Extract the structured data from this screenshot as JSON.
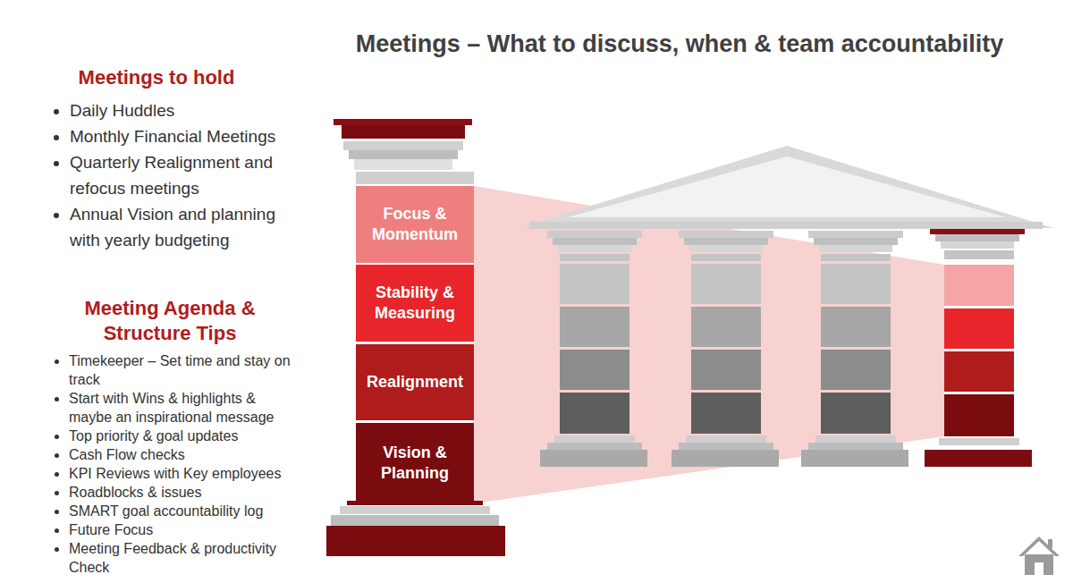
{
  "diagram": {
    "title": "Meetings – What to discuss, when & team accountability",
    "nodes": [
      {
        "text": [
          "Focus & Momentum"
        ]
      },
      {
        "text": [
          "Stability & Measuring"
        ]
      },
      {
        "text": [
          "Realignment"
        ]
      },
      {
        "text": [
          "Vision & Planning"
        ]
      }
    ],
    "labels": [
      "Meetings to hold",
      "Daily Huddles",
      "Monthly Financial Meetings",
      "Quarterly Realignment and refocus meetings",
      "Annual Vision and planning with yearly budgeting",
      "Meeting Agenda & Structure Tips",
      "Timekeeper – Set time and stay on track",
      "Start with Wins & highlights & maybe an inspirational message",
      "Top priority & goal updates",
      "Cash Flow checks",
      "KPI Reviews with Key employees",
      "Roadblocks & issues",
      "SMART goal accountability log",
      "Future Focus",
      "Meeting Feedback & productivity Check"
    ]
  }
}
